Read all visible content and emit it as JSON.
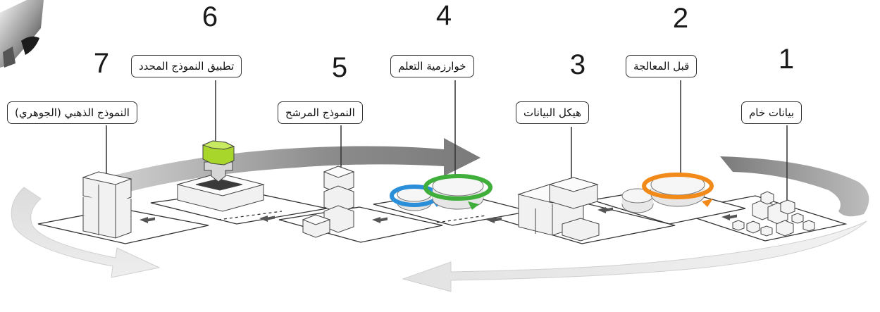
{
  "steps": [
    {
      "number": "1",
      "label": "بيانات خام",
      "icon": "raw-data-cubes-icon"
    },
    {
      "number": "2",
      "label": "قبل المعالجة",
      "icon": "preprocessing-gear-icon"
    },
    {
      "number": "3",
      "label": "هيكل البيانات",
      "icon": "data-structure-blocks-icon"
    },
    {
      "number": "4",
      "label": "خوارزمية التعلم",
      "icon": "learning-algorithm-gears-icon"
    },
    {
      "number": "5",
      "label": "النموذج المرشح",
      "icon": "candidate-model-stack-icon"
    },
    {
      "number": "6",
      "label": "تطبيق النموذج المحدد",
      "icon": "apply-model-press-icon"
    },
    {
      "number": "7",
      "label": "النموذج الذهبي (الجوهري)",
      "icon": "golden-model-stack-icon"
    }
  ],
  "colors": {
    "arrow": "#8a8a8a",
    "arrow_light": "#d9d9d9",
    "preprocess_gear": "#f28a1a",
    "learning_green": "#3fae3a",
    "learning_blue": "#2a8fd8",
    "apply_green": "#a8d62a"
  }
}
